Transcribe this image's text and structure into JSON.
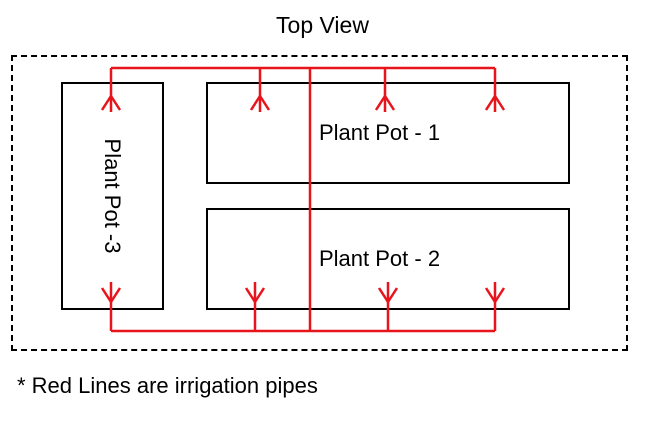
{
  "title": "Top View",
  "pots": {
    "pot_1_label": "Plant Pot - 1",
    "pot_2_label": "Plant Pot - 2",
    "pot_3_label": "Plant Pot -3"
  },
  "legend_note": "* Red Lines are irrigation pipes",
  "colors": {
    "pipe": "#e8141c",
    "outline": "#000000"
  }
}
